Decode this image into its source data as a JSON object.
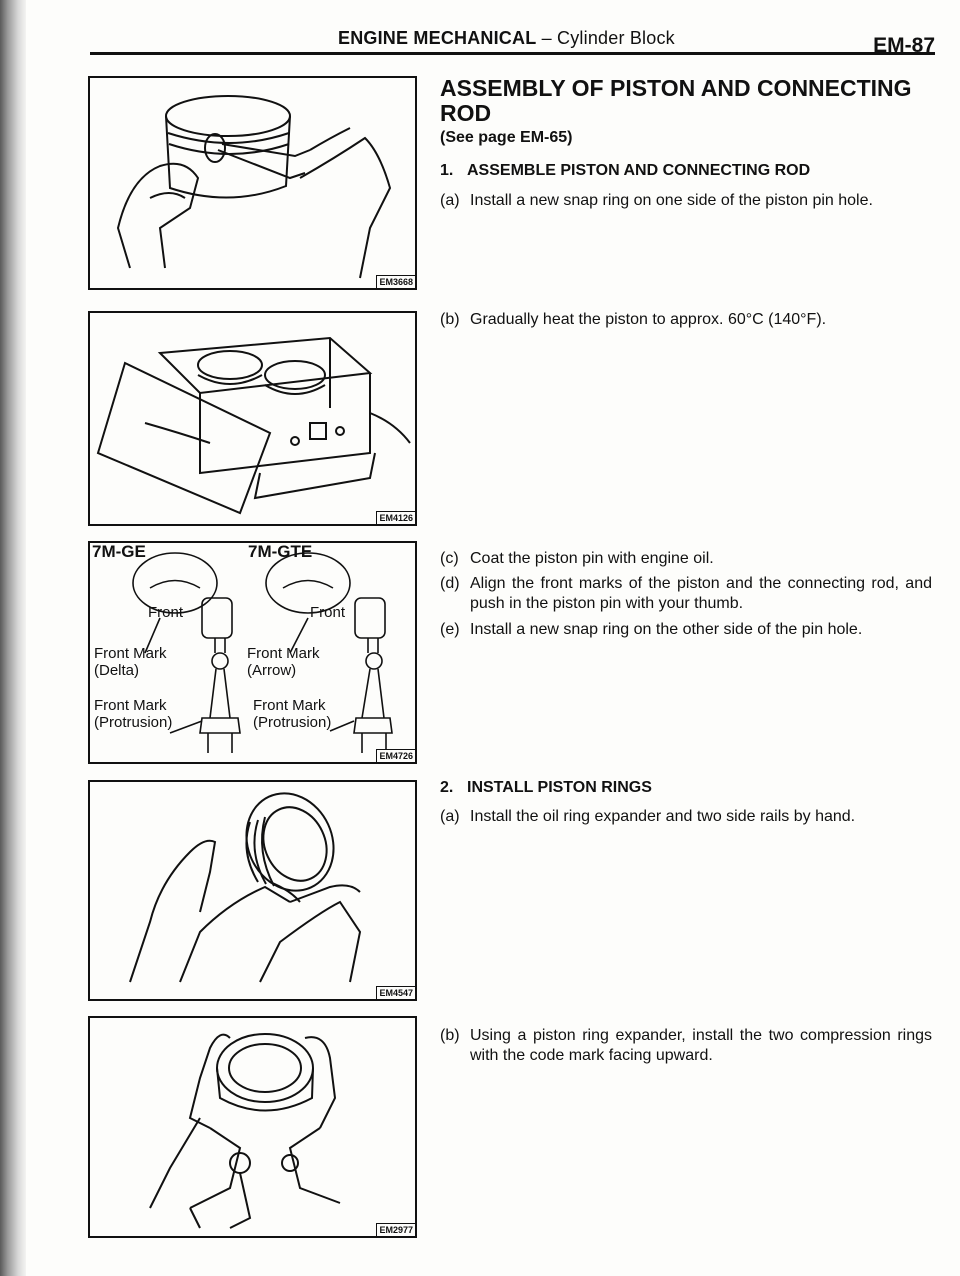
{
  "header": {
    "section": "ENGINE MECHANICAL",
    "separator": " – ",
    "subsection": "Cylinder Block",
    "page": "EM-87"
  },
  "figures": [
    {
      "code": "EM3668"
    },
    {
      "code": "EM4126"
    },
    {
      "code": "EM4726",
      "labels": {
        "left_model": "7M-GE",
        "right_model": "7M-GTE",
        "front_left": "Front",
        "front_right": "Front",
        "mark_delta_1": "Front Mark",
        "mark_delta_2": "(Delta)",
        "mark_arrow_1": "Front Mark",
        "mark_arrow_2": "(Arrow)",
        "mark_prot_left_1": "Front Mark",
        "mark_prot_left_2": "(Protrusion)",
        "mark_prot_right_1": "Front Mark",
        "mark_prot_right_2": "(Protrusion)"
      }
    },
    {
      "code": "EM4547"
    },
    {
      "code": "EM2977"
    }
  ],
  "content": {
    "heading_1": "ASSEMBLY OF PISTON AND CONNECTING",
    "heading_2": "ROD",
    "reference": "(See page EM-65)",
    "step1": {
      "number": "1.",
      "title": "ASSEMBLE PISTON AND CONNECTING ROD",
      "items": [
        {
          "key": "(a)",
          "text": "Install a new snap ring on one side of the piston pin hole."
        },
        {
          "key": "(b)",
          "text": "Gradually heat the piston to approx. 60°C (140°F)."
        },
        {
          "key": "(c)",
          "text": "Coat the piston pin with engine oil."
        },
        {
          "key": "(d)",
          "text": "Align the front marks of the piston and the connecting rod, and push in the piston pin with your thumb."
        },
        {
          "key": "(e)",
          "text": "Install a new snap ring on the other side of the pin hole."
        }
      ]
    },
    "step2": {
      "number": "2.",
      "title": "INSTALL PISTON RINGS",
      "items": [
        {
          "key": "(a)",
          "text": "Install the oil ring expander and two side rails by hand."
        },
        {
          "key": "(b)",
          "text": "Using a piston ring expander, install the two compression rings with the code mark facing upward."
        }
      ]
    }
  }
}
